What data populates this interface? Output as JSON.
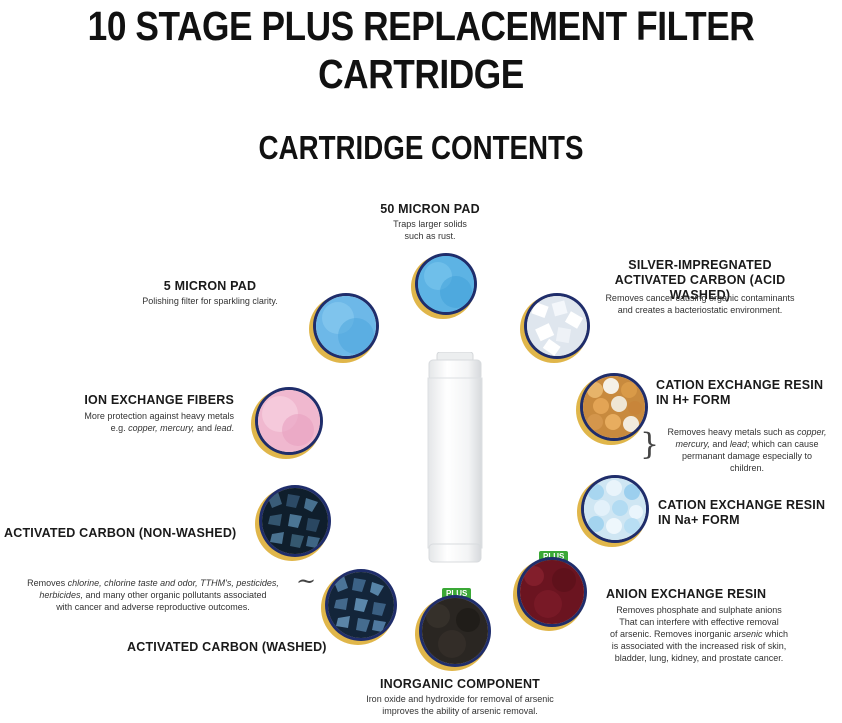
{
  "title": "10 STAGE PLUS REPLACEMENT FILTER CARTRIDGE",
  "subtitle": "CARTRIDGE CONTENTS",
  "stages": {
    "micron50": {
      "heading": "50 MICRON PAD",
      "desc1": "Traps larger solids",
      "desc2": "such as rust."
    },
    "silver": {
      "heading1": "SILVER-IMPREGNATED",
      "heading2": "ACTIVATED CARBON (ACID WASHED)",
      "desc1": "Removes cancer causing organic contaminants",
      "desc2": "and creates a bacteriostatic environment."
    },
    "micron5": {
      "heading": "5 MICRON PAD",
      "desc1": "Polishing filter for sparkling clarity."
    },
    "ionfibers": {
      "heading": "ION EXCHANGE FIBERS",
      "desc1": "More protection against heavy metals",
      "desc2_pre": "e.g. ",
      "desc2_i1": "copper, mercury,",
      "desc2_mid": " and ",
      "desc2_i2": "lead",
      "desc2_post": "."
    },
    "cationH": {
      "heading1": "CATION EXCHANGE RESIN",
      "heading2": "IN H+ FORM"
    },
    "cationNa": {
      "heading1": "CATION EXCHANGE RESIN",
      "heading2": "IN Na+ FORM"
    },
    "cation_desc": {
      "l1_pre": "Removes heavy metals such as ",
      "l1_i": "copper,",
      "l2_i1": "mercury,",
      "l2_mid": " and ",
      "l2_i2": "lead",
      "l2_post": "; which can cause",
      "l3": "permanant damage especially to",
      "l4": "children."
    },
    "carbon_nonwashed": {
      "heading": "ACTIVATED CARBON (NON-WASHED)"
    },
    "carbon_desc": {
      "l1_pre": "Removes ",
      "l1_i1": "chlorine, chlorine taste and odor, TTHM's, pesticides,",
      "l2_i": "herbicides,",
      "l2_post": " and many other organic pollutants associated",
      "l3": "with cancer and adverse reproductive outcomes."
    },
    "carbon_washed": {
      "heading": "ACTIVATED CARBON (WASHED)"
    },
    "anion": {
      "heading": "ANION EXCHANGE RESIN",
      "l1": "Removes phosphate and sulphate anions",
      "l2": "That can interfere with effective removal",
      "l3_pre": "of arsenic. Removes inorganic ",
      "l3_i": "arsenic",
      "l3_post": " which",
      "l4": "is associated with the increased risk of skin,",
      "l5": "bladder, lung, kidney, and prostate cancer."
    },
    "inorganic": {
      "heading": "INORGANIC COMPONENT",
      "desc1": "Iron oxide and hydroxide for removal of arsenic",
      "desc2": "improves the ability of arsenic removal."
    }
  },
  "badges": {
    "plus1": "PLUS",
    "plus2": "PLUS"
  },
  "icons": [
    "cartridge-icon",
    "brace-icon"
  ],
  "colors": {
    "ring": "#1f2d6b",
    "ring_accent": "#e0b64a",
    "badge": "#3aa836"
  }
}
